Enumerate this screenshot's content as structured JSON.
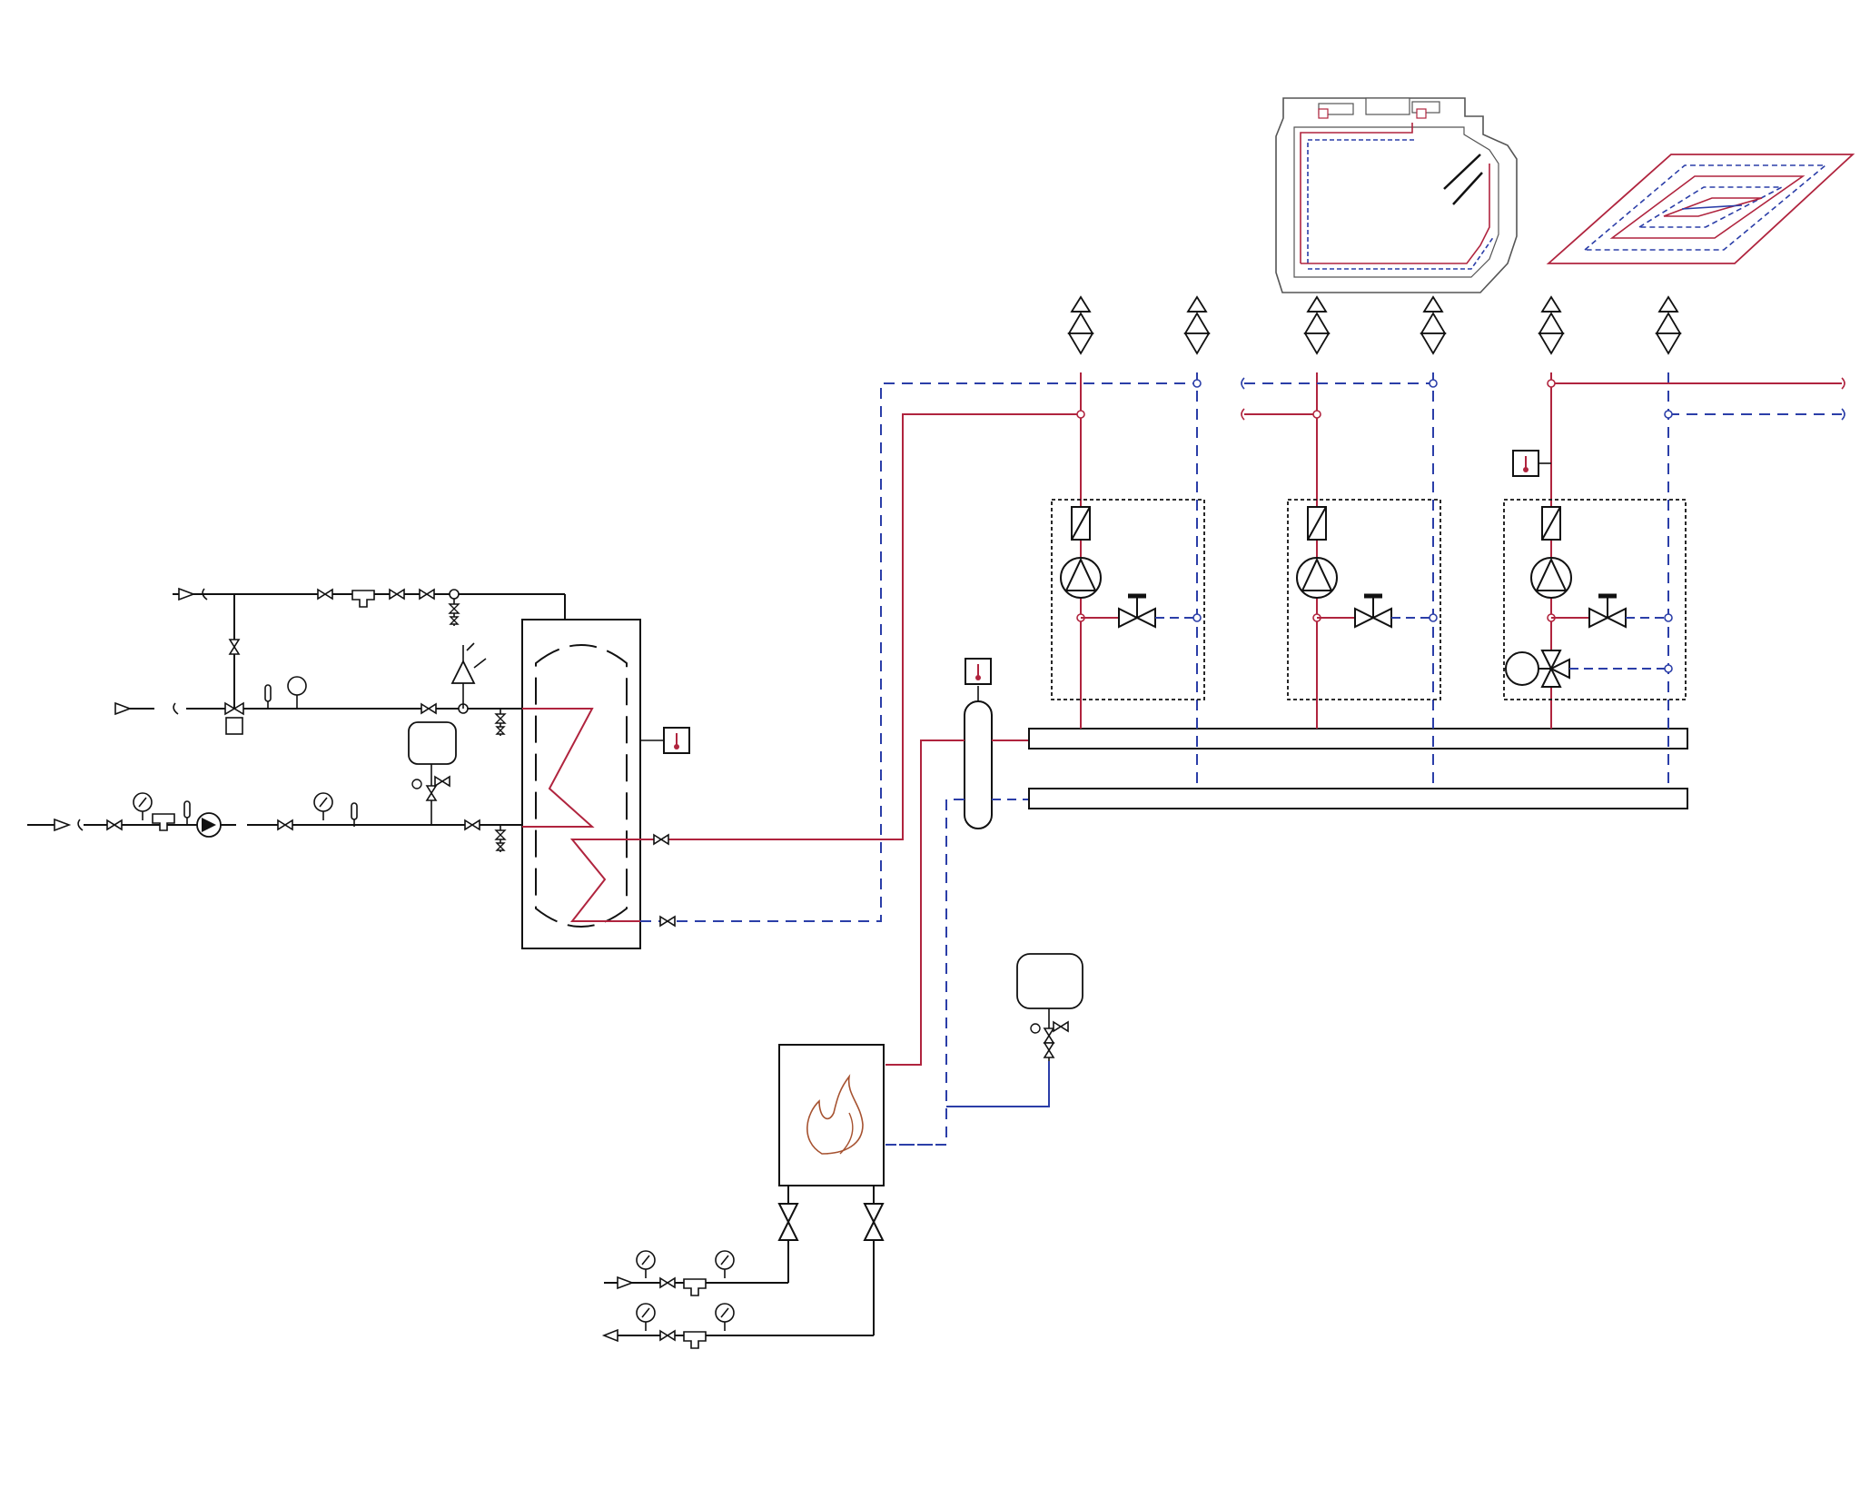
{
  "page": {
    "title": ""
  },
  "colors": {
    "supply": "#b0243e",
    "return": "#2b3ea8",
    "outline": "#111111",
    "flame": "#a65230",
    "background": "#ffffff"
  },
  "components": {
    "storage_tank": "indirect-hot-water-cylinder",
    "boiler": "gas-boiler-flame-icon",
    "hydraulic_separator": "low-loss-header",
    "supply_manifold": "distribution-manifold-supply",
    "return_manifold": "distribution-manifold-return",
    "expansion_vessel": "expansion-vessel",
    "pump_group_1": "heating-circuit-direct",
    "pump_group_2": "heating-circuit-direct",
    "pump_group_3": "heating-circuit-mixed",
    "radiator_plan": "floor-plan-radiators",
    "underfloor_plan": "underfloor-heating-loop"
  },
  "icons": [
    "gate-valve-icon",
    "check-valve-icon",
    "pressure-gauge-icon",
    "thermometer-icon",
    "pump-icon",
    "filter-icon",
    "safety-valve-icon",
    "air-vent-icon",
    "temperature-sensor-icon",
    "flame-icon",
    "drain-valve-icon",
    "three-way-valve-icon"
  ]
}
